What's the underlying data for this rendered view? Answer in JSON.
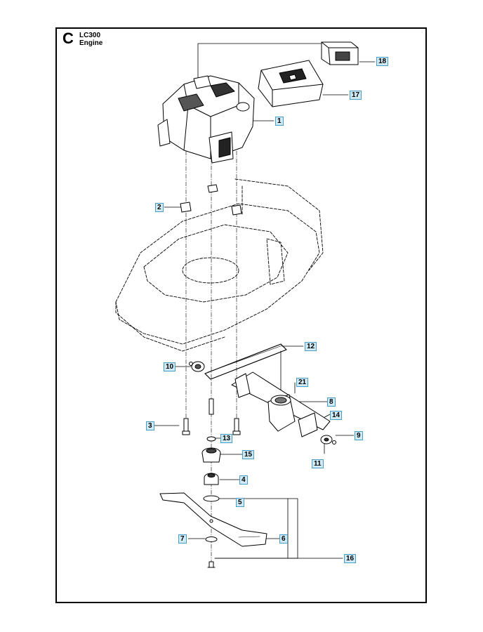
{
  "header": {
    "section_letter": "C",
    "model": "LC300",
    "group": "Engine"
  },
  "callouts": [
    {
      "id": "c18",
      "label": "18"
    },
    {
      "id": "c17",
      "label": "17"
    },
    {
      "id": "c1",
      "label": "1"
    },
    {
      "id": "c2",
      "label": "2"
    },
    {
      "id": "c12",
      "label": "12"
    },
    {
      "id": "c10",
      "label": "10"
    },
    {
      "id": "c21",
      "label": "21"
    },
    {
      "id": "c8",
      "label": "8"
    },
    {
      "id": "c14",
      "label": "14"
    },
    {
      "id": "c9",
      "label": "9"
    },
    {
      "id": "c3",
      "label": "3"
    },
    {
      "id": "c13",
      "label": "13"
    },
    {
      "id": "c15",
      "label": "15"
    },
    {
      "id": "c11",
      "label": "11"
    },
    {
      "id": "c4",
      "label": "4"
    },
    {
      "id": "c5",
      "label": "5"
    },
    {
      "id": "c7",
      "label": "7"
    },
    {
      "id": "c6",
      "label": "6"
    },
    {
      "id": "c16",
      "label": "16"
    }
  ],
  "colors": {
    "callout_fill": "#cfe9f5",
    "callout_border": "#4a9cc2",
    "line": "#000000"
  }
}
